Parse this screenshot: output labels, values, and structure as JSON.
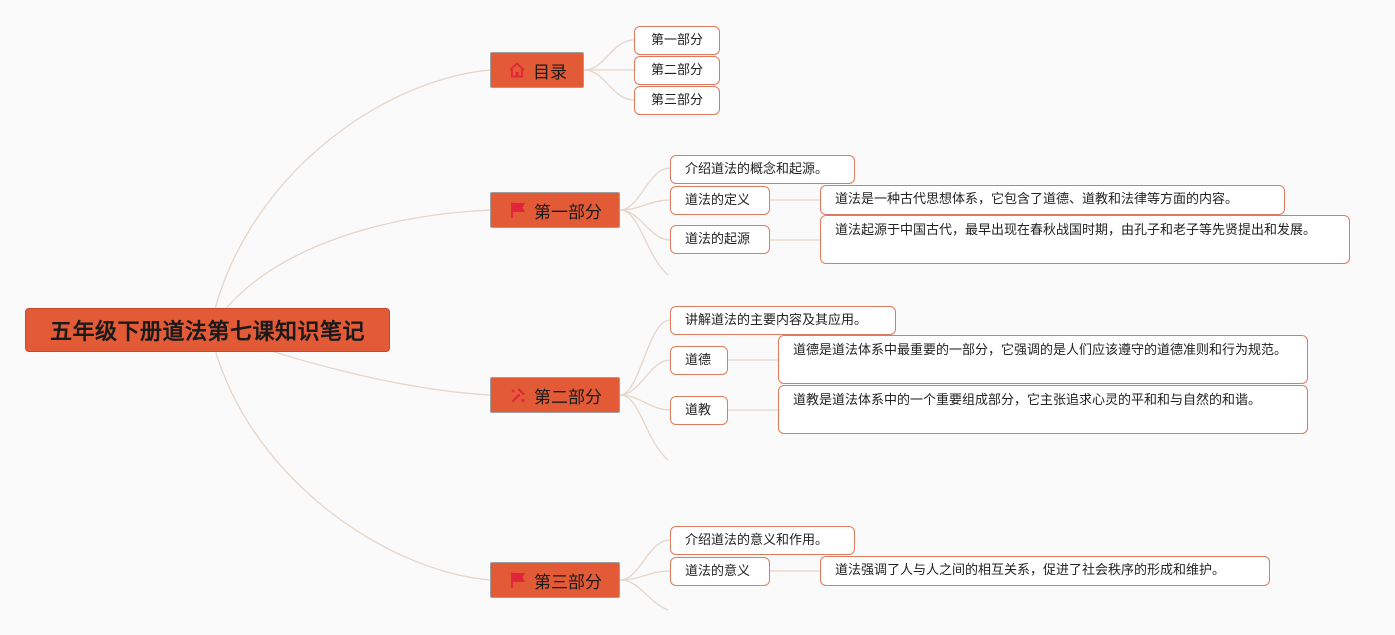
{
  "root": {
    "title": "五年级下册道法第七课知识笔记"
  },
  "catalog": {
    "label": "目录",
    "items": [
      "第一部分",
      "第二部分",
      "第三部分"
    ]
  },
  "part1": {
    "label": "第一部分",
    "intro": "介绍道法的概念和起源。",
    "topics": [
      {
        "label": "道法的定义",
        "detail": "道法是一种古代思想体系，它包含了道德、道教和法律等方面的内容。"
      },
      {
        "label": "道法的起源",
        "detail": "道法起源于中国古代，最早出现在春秋战国时期，由孔子和老子等先贤提出和发展。"
      }
    ]
  },
  "part2": {
    "label": "第二部分",
    "intro": "讲解道法的主要内容及其应用。",
    "topics": [
      {
        "label": "道德",
        "detail": "道德是道法体系中最重要的一部分，它强调的是人们应该遵守的道德准则和行为规范。"
      },
      {
        "label": "道教",
        "detail": "道教是道法体系中的一个重要组成部分，它主张追求心灵的平和和与自然的和谐。"
      }
    ]
  },
  "part3": {
    "label": "第三部分",
    "intro": "介绍道法的意义和作用。",
    "topics": [
      {
        "label": "道法的意义",
        "detail": "道法强调了人与人之间的相互关系，促进了社会秩序的形成和维护。"
      }
    ]
  },
  "colors": {
    "node": "#e35a37",
    "leaf_border": "#e07a5f",
    "connector": "#e6d5c8",
    "icon": "#e0243a"
  },
  "icons": {
    "catalog": "home-icon",
    "part1": "flag-icon",
    "part2": "tools-icon",
    "part3": "flag-icon"
  }
}
